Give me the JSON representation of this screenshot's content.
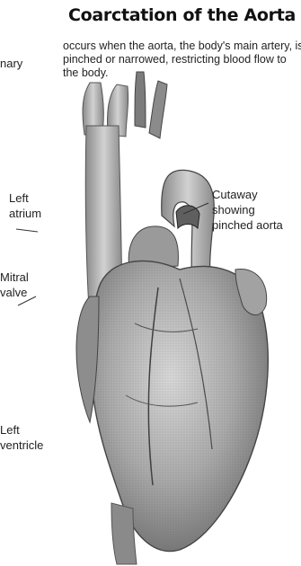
{
  "title": "Coarctation of the Aorta",
  "description": "occurs when the aorta, the body's main artery, is pinched or narrowed, restricting blood flow to the body.",
  "labels": {
    "pulmonary": "nary",
    "left_atrium": "Left\natrium",
    "mitral_valve": "Mitral\nvalve",
    "left_ventricle": "Left\nventricle",
    "cutaway": "Cutaway\nshowing\npinched aorta"
  }
}
